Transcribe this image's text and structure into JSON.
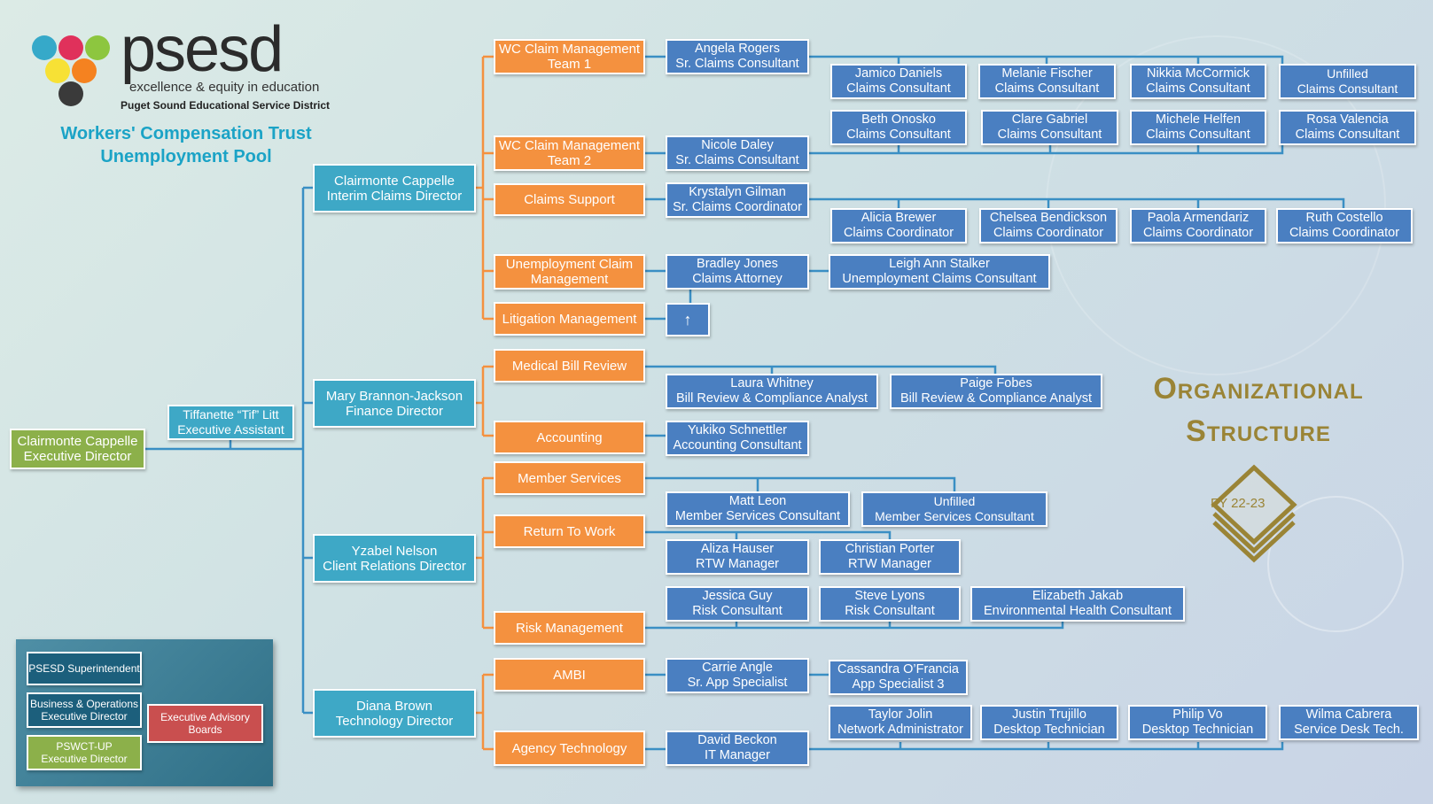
{
  "logo": {
    "wordmark": "psesd",
    "tagline": "excellence & equity in education",
    "subtitle": "Puget Sound Educational Service District",
    "icon_colors": [
      "#36a9c9",
      "#e0315b",
      "#8dc63f",
      "#f7e135",
      "#f58220",
      "#3a3a3a"
    ]
  },
  "trust": {
    "line1": "Workers' Compensation Trust",
    "line2": "Unemployment Pool"
  },
  "title": {
    "line1": "Organizational",
    "line2": "Structure",
    "badge": "FY 22-23"
  },
  "executive": {
    "name": "Clairmonte Cappelle",
    "role": "Executive Director"
  },
  "assistant": {
    "name": "Tiffanette “Tif” Litt",
    "role": "Executive Assistant"
  },
  "directors": [
    {
      "name": "Clairmonte Cappelle",
      "role": "Interim Claims Director"
    },
    {
      "name": "Mary Brannon-Jackson",
      "role": "Finance Director"
    },
    {
      "name": "Yzabel Nelson",
      "role": "Client Relations Director"
    },
    {
      "name": "Diana Brown",
      "role": "Technology Director"
    }
  ],
  "departments": [
    {
      "line1": "WC Claim Management",
      "line2": "Team 1"
    },
    {
      "line1": "WC Claim Management",
      "line2": "Team 2"
    },
    {
      "line1": "Claims Support",
      "line2": ""
    },
    {
      "line1": "Unemployment Claim",
      "line2": "Management"
    },
    {
      "line1": "Litigation Management",
      "line2": ""
    },
    {
      "line1": "Medical Bill Review",
      "line2": ""
    },
    {
      "line1": "Accounting",
      "line2": ""
    },
    {
      "line1": "Member Services",
      "line2": ""
    },
    {
      "line1": "Return To Work",
      "line2": ""
    },
    {
      "line1": "Risk Management",
      "line2": ""
    },
    {
      "line1": "AMBI",
      "line2": ""
    },
    {
      "line1": "Agency Technology",
      "line2": ""
    }
  ],
  "leads": [
    {
      "name": "Angela Rogers",
      "role": "Sr. Claims Consultant"
    },
    {
      "name": "Nicole Daley",
      "role": "Sr. Claims Consultant"
    },
    {
      "name": "Krystalyn Gilman",
      "role": "Sr. Claims Coordinator"
    },
    {
      "name": "Bradley Jones",
      "role": "Claims Attorney"
    },
    {
      "name": "Yukiko Schnettler",
      "role": "Accounting Consultant"
    },
    {
      "name": "Carrie Angle",
      "role": "Sr. App Specialist"
    },
    {
      "name": "David Beckon",
      "role": "IT Manager"
    }
  ],
  "litigation_arrow": "↑",
  "staff": {
    "team1": [
      {
        "name": "Jamico Daniels",
        "role": "Claims Consultant"
      },
      {
        "name": "Melanie Fischer",
        "role": "Claims Consultant"
      },
      {
        "name": "Nikkia McCormick",
        "role": "Claims Consultant"
      },
      {
        "name": "Unfilled",
        "role": "Claims Consultant"
      }
    ],
    "team2": [
      {
        "name": "Beth Onosko",
        "role": "Claims Consultant"
      },
      {
        "name": "Clare Gabriel",
        "role": "Claims Consultant"
      },
      {
        "name": "Michele Helfen",
        "role": "Claims Consultant"
      },
      {
        "name": "Rosa Valencia",
        "role": "Claims Consultant"
      }
    ],
    "support": [
      {
        "name": "Alicia Brewer",
        "role": "Claims Coordinator"
      },
      {
        "name": "Chelsea Bendickson",
        "role": "Claims Coordinator"
      },
      {
        "name": "Paola Armendariz",
        "role": "Claims Coordinator"
      },
      {
        "name": "Ruth Costello",
        "role": "Claims Coordinator"
      }
    ],
    "unemployment": [
      {
        "name": "Leigh Ann Stalker",
        "role": "Unemployment Claims Consultant"
      }
    ],
    "bill_review": [
      {
        "name": "Laura Whitney",
        "role": "Bill Review & Compliance Analyst"
      },
      {
        "name": "Paige Fobes",
        "role": "Bill Review & Compliance Analyst"
      }
    ],
    "member_services": [
      {
        "name": "Matt Leon",
        "role": "Member Services Consultant"
      },
      {
        "name": "Unfilled",
        "role": "Member Services Consultant"
      }
    ],
    "rtw": [
      {
        "name": "Aliza Hauser",
        "role": "RTW Manager"
      },
      {
        "name": "Christian Porter",
        "role": "RTW Manager"
      }
    ],
    "risk": [
      {
        "name": "Jessica Guy",
        "role": "Risk Consultant"
      },
      {
        "name": "Steve Lyons",
        "role": "Risk Consultant"
      },
      {
        "name": "Elizabeth Jakab",
        "role": "Environmental Health Consultant"
      }
    ],
    "ambi": [
      {
        "name": "Cassandra O’Francia",
        "role": "App Specialist 3"
      }
    ],
    "tech": [
      {
        "name": "Taylor Jolin",
        "role": "Network Administrator"
      },
      {
        "name": "Justin Trujillo",
        "role": "Desktop Technician"
      },
      {
        "name": "Philip Vo",
        "role": "Desktop Technician"
      },
      {
        "name": "Wilma Cabrera",
        "role": "Service Desk Tech."
      }
    ]
  },
  "legend": {
    "superintendent": "PSESD Superintendent",
    "business_line1": "Business & Operations",
    "business_line2": "Executive Director",
    "pswct_line1": "PSWCT-UP",
    "pswct_line2": "Executive Director",
    "advisory_line1": "Executive Advisory",
    "advisory_line2": "Boards"
  },
  "colors": {
    "line": "#3a8fc4",
    "line_orange": "#f4913f",
    "line_green": "#8cb04a",
    "title_gold": "#9a8436",
    "trust_teal": "#1ba3c6"
  }
}
